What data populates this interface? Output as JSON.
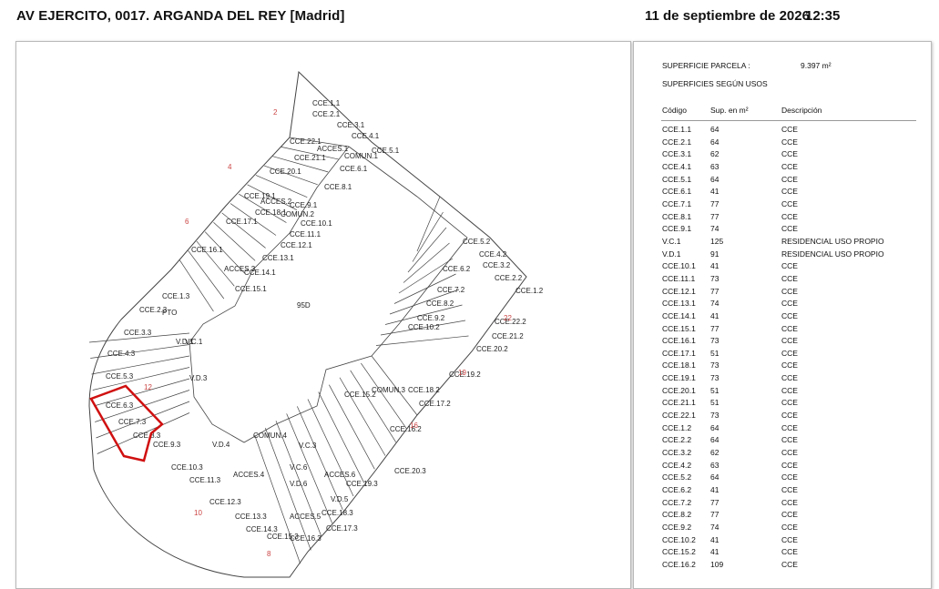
{
  "header": {
    "address": "AV  EJERCITO, 0017. ARGANDA DEL REY [Madrid]",
    "date": "11 de septiembre de 2026",
    "time": "12:35"
  },
  "info": {
    "superficie_label": "SUPERFICIE PARCELA :",
    "superficie_value": "9.397 m²",
    "usos_title": "SUPERFICIES SEGÚN USOS",
    "col_codigo": "Código",
    "col_sup": "Sup. en m²",
    "col_desc": "Descripción",
    "rows": [
      {
        "code": "CCE.1.1",
        "sup": "64",
        "desc": "CCE"
      },
      {
        "code": "CCE.2.1",
        "sup": "64",
        "desc": "CCE"
      },
      {
        "code": "CCE.3.1",
        "sup": "62",
        "desc": "CCE"
      },
      {
        "code": "CCE.4.1",
        "sup": "63",
        "desc": "CCE"
      },
      {
        "code": "CCE.5.1",
        "sup": "64",
        "desc": "CCE"
      },
      {
        "code": "CCE.6.1",
        "sup": "41",
        "desc": "CCE"
      },
      {
        "code": "CCE.7.1",
        "sup": "77",
        "desc": "CCE"
      },
      {
        "code": "CCE.8.1",
        "sup": "77",
        "desc": "CCE"
      },
      {
        "code": "CCE.9.1",
        "sup": "74",
        "desc": "CCE"
      },
      {
        "code": "V.C.1",
        "sup": "125",
        "desc": "RESIDENCIAL USO PROPIO"
      },
      {
        "code": "V.D.1",
        "sup": "91",
        "desc": "RESIDENCIAL USO PROPIO"
      },
      {
        "code": "CCE.10.1",
        "sup": "41",
        "desc": "CCE"
      },
      {
        "code": "CCE.11.1",
        "sup": "73",
        "desc": "CCE"
      },
      {
        "code": "CCE.12.1",
        "sup": "77",
        "desc": "CCE"
      },
      {
        "code": "CCE.13.1",
        "sup": "74",
        "desc": "CCE"
      },
      {
        "code": "CCE.14.1",
        "sup": "41",
        "desc": "CCE"
      },
      {
        "code": "CCE.15.1",
        "sup": "77",
        "desc": "CCE"
      },
      {
        "code": "CCE.16.1",
        "sup": "73",
        "desc": "CCE"
      },
      {
        "code": "CCE.17.1",
        "sup": "51",
        "desc": "CCE"
      },
      {
        "code": "CCE.18.1",
        "sup": "73",
        "desc": "CCE"
      },
      {
        "code": "CCE.19.1",
        "sup": "73",
        "desc": "CCE"
      },
      {
        "code": "CCE.20.1",
        "sup": "51",
        "desc": "CCE"
      },
      {
        "code": "CCE.21.1",
        "sup": "51",
        "desc": "CCE"
      },
      {
        "code": "CCE.22.1",
        "sup": "73",
        "desc": "CCE"
      },
      {
        "code": "CCE.1.2",
        "sup": "64",
        "desc": "CCE"
      },
      {
        "code": "CCE.2.2",
        "sup": "64",
        "desc": "CCE"
      },
      {
        "code": "CCE.3.2",
        "sup": "62",
        "desc": "CCE"
      },
      {
        "code": "CCE.4.2",
        "sup": "63",
        "desc": "CCE"
      },
      {
        "code": "CCE.5.2",
        "sup": "64",
        "desc": "CCE"
      },
      {
        "code": "CCE.6.2",
        "sup": "41",
        "desc": "CCE"
      },
      {
        "code": "CCE.7.2",
        "sup": "77",
        "desc": "CCE"
      },
      {
        "code": "CCE.8.2",
        "sup": "77",
        "desc": "CCE"
      },
      {
        "code": "CCE.9.2",
        "sup": "74",
        "desc": "CCE"
      },
      {
        "code": "CCE.10.2",
        "sup": "41",
        "desc": "CCE"
      },
      {
        "code": "CCE.15.2",
        "sup": "41",
        "desc": "CCE"
      },
      {
        "code": "CCE.16.2",
        "sup": "109",
        "desc": "CCE"
      }
    ]
  },
  "map": {
    "center_label": "95D",
    "highlight_color": "#d01010",
    "street_numbers": [
      "2",
      "4",
      "6",
      "12",
      "10",
      "8",
      "16",
      "19",
      "22"
    ],
    "labels": [
      "CCE.1.1",
      "CCE.2.1",
      "CCE.3.1",
      "CCE.4.1",
      "CCE.5.1",
      "CCE.22.1",
      "CCE.21.1",
      "CCE.20.1",
      "CCE.6.1",
      "CCE.8.1",
      "COMUN.1",
      "ACCES.1",
      "CCE.19.1",
      "CCE.18.1",
      "CCE.17.1",
      "CCE.9.1",
      "ACCES.2",
      "COMUN.2",
      "CCE.10.1",
      "CCE.11.1",
      "CCE.12.1",
      "CCE.13.1",
      "CCE.14.1",
      "CCE.15.1",
      "CCE.16.1",
      "ACCES.3",
      "COMUN.3",
      "CCE.1.3",
      "CCE.2.3",
      "CCE.3.3",
      "CCE.4.3",
      "CCE.5.3",
      "CCE.6.3",
      "CCE.7.3",
      "CCE.8.3",
      "CCE.9.3",
      "CCE.10.3",
      "CCE.11.3",
      "CCE.12.3",
      "CCE.13.3",
      "CCE.14.3",
      "CCE.15.3",
      "CCE.16.3",
      "CCE.17.3",
      "CCE.18.3",
      "CCE.19.3",
      "CCE.20.3",
      "CCE.5.2",
      "CCE.4.2",
      "CCE.3.2",
      "CCE.2.2",
      "CCE.1.2",
      "CCE.6.2",
      "CCE.7.2",
      "CCE.8.2",
      "CCE.9.2",
      "CCE.10.2",
      "CCE.22.2",
      "CCE.21.2",
      "CCE.20.2",
      "CCE.19.2",
      "CCE.18.2",
      "CCE.17.2",
      "CCE.16.2",
      "CCE.15.2",
      "COMUN.4",
      "ACCES.4",
      "ACCES.5",
      "ACCES.6",
      "PTO",
      "V.D.1",
      "V.C.1",
      "V.D.3",
      "V.D.4",
      "V.C.3",
      "V.C.6",
      "V.D.6",
      "V.D.5"
    ]
  }
}
